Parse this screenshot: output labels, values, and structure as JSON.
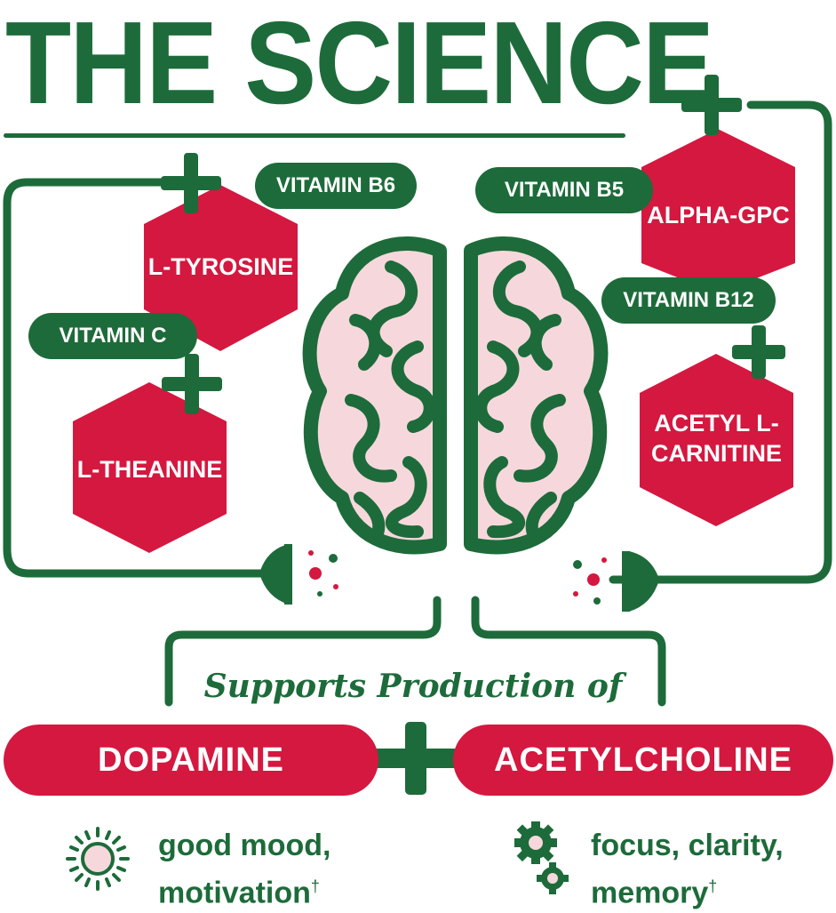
{
  "title": "THE SCIENCE",
  "colors": {
    "green": "#1d6b3a",
    "red": "#d4183f",
    "pink": "#f6d8dc"
  },
  "vitamins": {
    "b6": "VITAMIN B6",
    "b5": "VITAMIN B5",
    "c": "VITAMIN C",
    "b12": "VITAMIN B12"
  },
  "ingredients": {
    "l_tyrosine": "L-TYROSINE",
    "l_theanine": "L-THEANINE",
    "alpha_gpc": "ALPHA-GPC",
    "acetyl_l_carnitine": "ACETYL L-\nCARNITINE"
  },
  "supports": "Supports Production of",
  "outputs": {
    "dopamine": "DOPAMINE",
    "acetylcholine": "ACETYLCHOLINE"
  },
  "benefits": {
    "left_line1": "good mood,",
    "left_line2": "motivation",
    "right_line1": "focus, clarity,",
    "right_line2": "memory",
    "dagger": "†"
  },
  "icons": {
    "center": "brain-icon",
    "left_benefit": "sun-icon",
    "right_benefit": "gears-icon",
    "connector": "plus-icon"
  }
}
